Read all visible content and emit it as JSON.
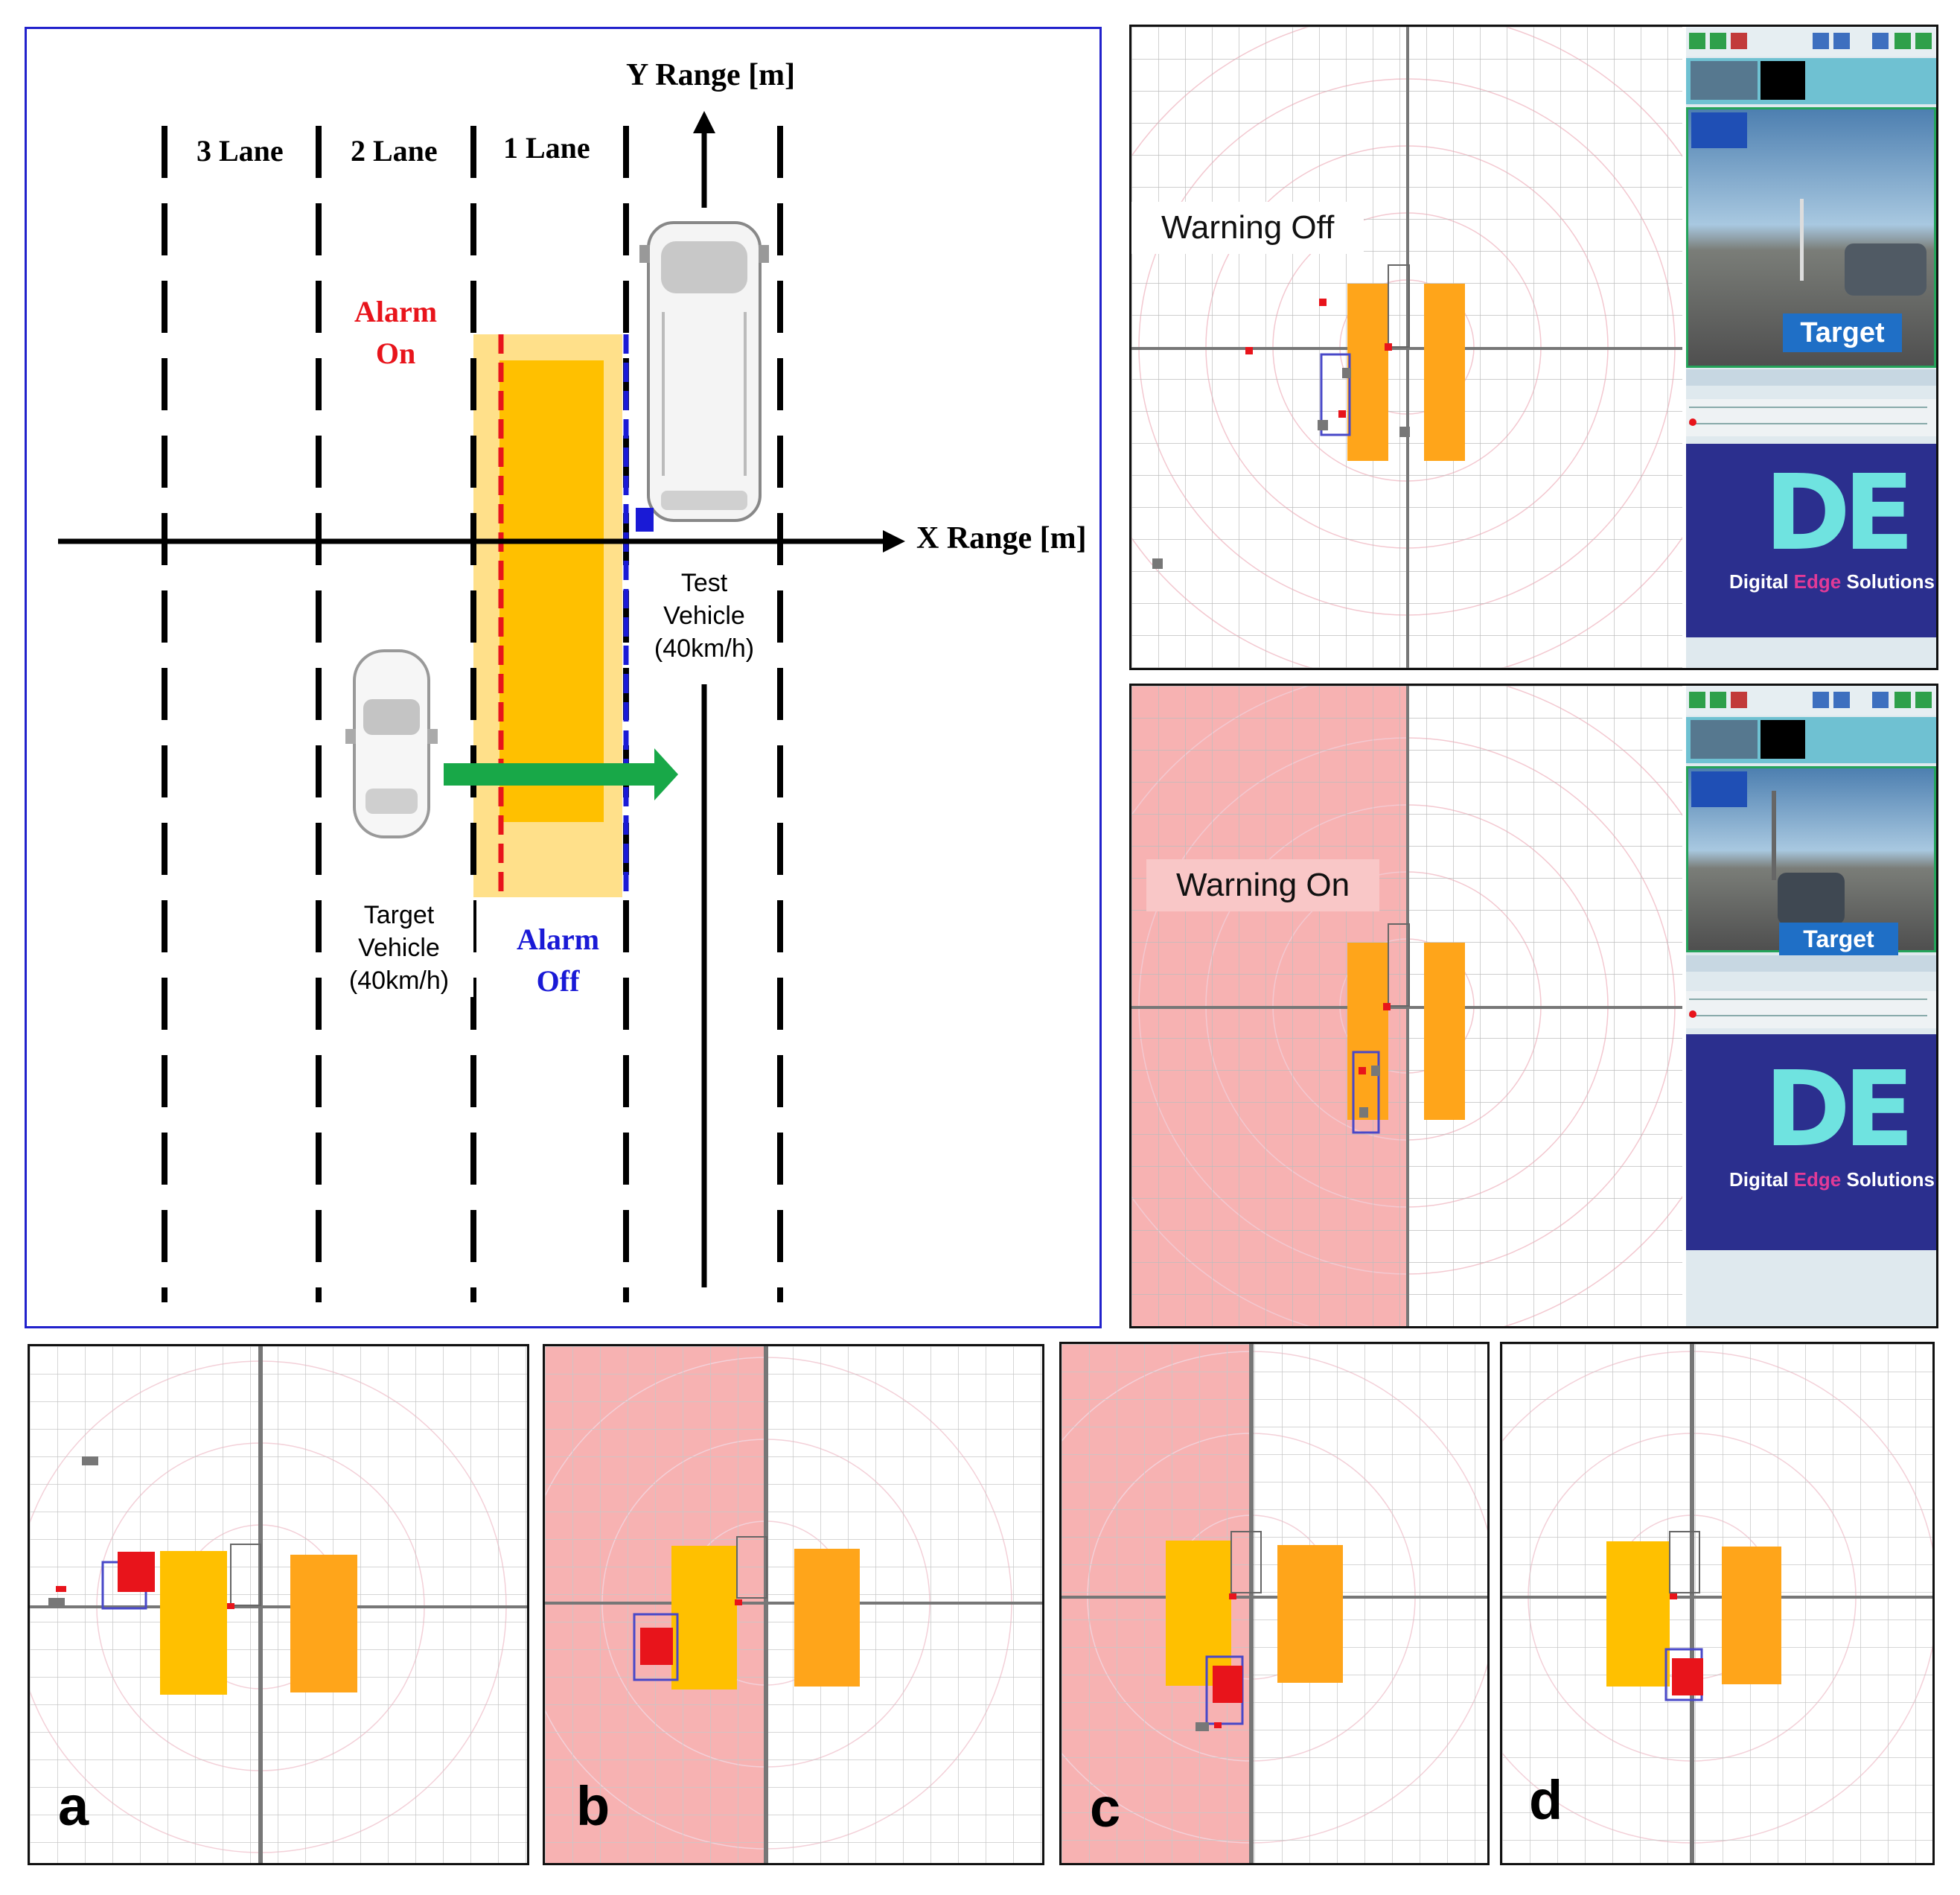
{
  "diagram": {
    "lanes": [
      "3 Lane",
      "2 Lane",
      "1 Lane"
    ],
    "y_axis_label": "Y Range [m]",
    "x_axis_label": "X Range [m]",
    "alarm_on": [
      "Alarm",
      "On"
    ],
    "alarm_off": [
      "Alarm",
      "Off"
    ],
    "test_vehicle": [
      "Test",
      "Vehicle",
      "(40km/h)"
    ],
    "target_vehicle": [
      "Target",
      "Vehicle",
      "(40km/h)"
    ]
  },
  "screens": {
    "warning_off": {
      "label": "Warning Off",
      "target_label": "Target",
      "brand_logo": "DE",
      "brand_tag_1": "Digital ",
      "brand_tag_2": "Edge",
      "brand_tag_3": " Solutions"
    },
    "warning_on": {
      "label": "Warning On",
      "target_label": "Target",
      "brand_logo": "DE",
      "brand_tag_1": "Digital ",
      "brand_tag_2": "Edge",
      "brand_tag_3": " Solutions"
    }
  },
  "panels": [
    "a",
    "b",
    "c",
    "d"
  ],
  "colors": {
    "alarm_red": "#e8141b",
    "alarm_blue": "#1a1ad6",
    "zone_orange": "#ffc000",
    "zone_light": "#ffe08a",
    "arrow_green": "#18a848",
    "warning_pink": "#f7b2b2",
    "brand_navy": "#2b2f8e"
  }
}
